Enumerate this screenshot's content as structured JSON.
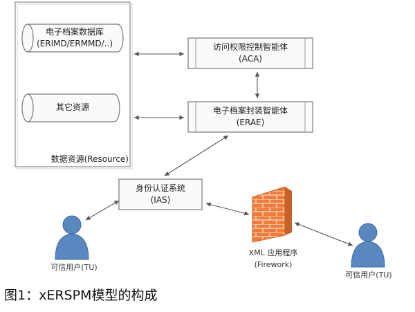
{
  "resource_panel": {
    "title": "数据资源(Resource)",
    "db_primary_line1": "电子档案数据库",
    "db_primary_line2": "(ERIMD/ERMMD/..)",
    "db_other": "其它资源"
  },
  "aca": {
    "line1": "访问权限控制智能体",
    "line2": "(ACA)"
  },
  "erae": {
    "line1": "电子档案封装智能体",
    "line2": "(ERAE)"
  },
  "ias": {
    "line1": "身份认证系统",
    "line2": "(IAS)"
  },
  "firewall": {
    "line1": "XML 应用程序",
    "line2": "(Firework)"
  },
  "user_left": {
    "label": "可信用户(TU)"
  },
  "user_right": {
    "label": "可信用户(TU)"
  },
  "caption": "图1：xERSPM模型的构成",
  "colors": {
    "box_border": "#888888",
    "box_fill": "#fafafa",
    "user_fill": "#5b87c0",
    "user_stroke": "#3f6aa0",
    "firewall_brick": "#f07b3a",
    "firewall_mortar": "#fbd2b6",
    "arrow": "#555555"
  }
}
